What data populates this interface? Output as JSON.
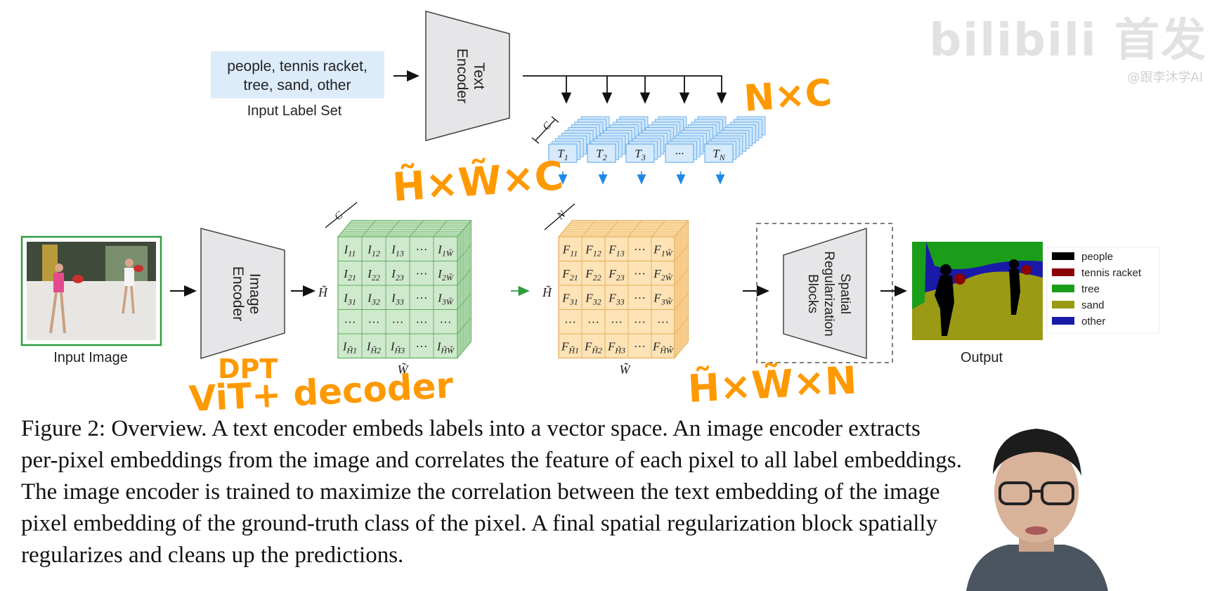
{
  "input_label_set": {
    "lines": [
      "people, tennis racket,",
      "tree, sand, other"
    ],
    "caption": "Input Label Set"
  },
  "text_encoder": {
    "label_lines": [
      "Text",
      "Encoder"
    ]
  },
  "text_embeddings": {
    "dim_label": "C",
    "tokens": [
      {
        "base": "T",
        "sub": "1"
      },
      {
        "base": "T",
        "sub": "2"
      },
      {
        "base": "T",
        "sub": "3"
      },
      {
        "base": "···",
        "sub": ""
      },
      {
        "base": "T",
        "sub": "N"
      }
    ]
  },
  "input_image": {
    "caption": "Input Image"
  },
  "image_encoder": {
    "label_lines": [
      "Image",
      "Encoder"
    ]
  },
  "image_embeddings": {
    "depth_label": "C",
    "row_label": "H̃",
    "col_label": "W̃",
    "grid": [
      [
        "I11",
        "I12",
        "I13",
        "···",
        "I1W̃"
      ],
      [
        "I21",
        "I22",
        "I23",
        "···",
        "I2W̃"
      ],
      [
        "I31",
        "I32",
        "I33",
        "···",
        "I3W̃"
      ],
      [
        "···",
        "···",
        "···",
        "···",
        "···"
      ],
      [
        "IH̃1",
        "IH̃2",
        "IH̃3",
        "···",
        "IH̃W̃"
      ]
    ]
  },
  "fused_features": {
    "depth_label": "N",
    "row_label": "H̃",
    "col_label": "W̃",
    "grid": [
      [
        "F11",
        "F12",
        "F13",
        "···",
        "F1W̃"
      ],
      [
        "F21",
        "F22",
        "F23",
        "···",
        "F2W̃"
      ],
      [
        "F31",
        "F32",
        "F33",
        "···",
        "F3W̃"
      ],
      [
        "···",
        "···",
        "···",
        "···",
        "···"
      ],
      [
        "FH̃1",
        "FH̃2",
        "FH̃3",
        "···",
        "FH̃W̃"
      ]
    ]
  },
  "spatial_block": {
    "label_lines": [
      "Spatial",
      "Regularization",
      "Blocks"
    ]
  },
  "output": {
    "caption": "Output",
    "legend": [
      {
        "label": "people",
        "color": "#000000"
      },
      {
        "label": "tennis racket",
        "color": "#8b0000"
      },
      {
        "label": "tree",
        "color": "#1a9e1a"
      },
      {
        "label": "sand",
        "color": "#9a9a14"
      },
      {
        "label": "other",
        "color": "#1a1aa8"
      }
    ]
  },
  "annotations": {
    "color": "#ff9900",
    "n_by_c": "N×C",
    "h_w_c": "H̃×W̃×C",
    "dpt": "DPT",
    "vit_decoder": "ViT+ decoder",
    "h_w_n": "H̃×W̃×N"
  },
  "figure_caption": {
    "lines": [
      "Figure 2: Overview. A text encoder embeds labels into a vector space. An image encoder extracts",
      "per-pixel embeddings from the image and correlates the feature of each pixel to all label embeddings.",
      "The image encoder is trained to maximize the correlation between the text embedding of the image",
      "pixel embedding of the ground-truth class of the pixel. A final spatial regularization block spatially",
      "regularizes and cleans up the predictions."
    ]
  },
  "watermark": {
    "text": "bilibili 首发",
    "sub": "@跟李沐学AI"
  }
}
